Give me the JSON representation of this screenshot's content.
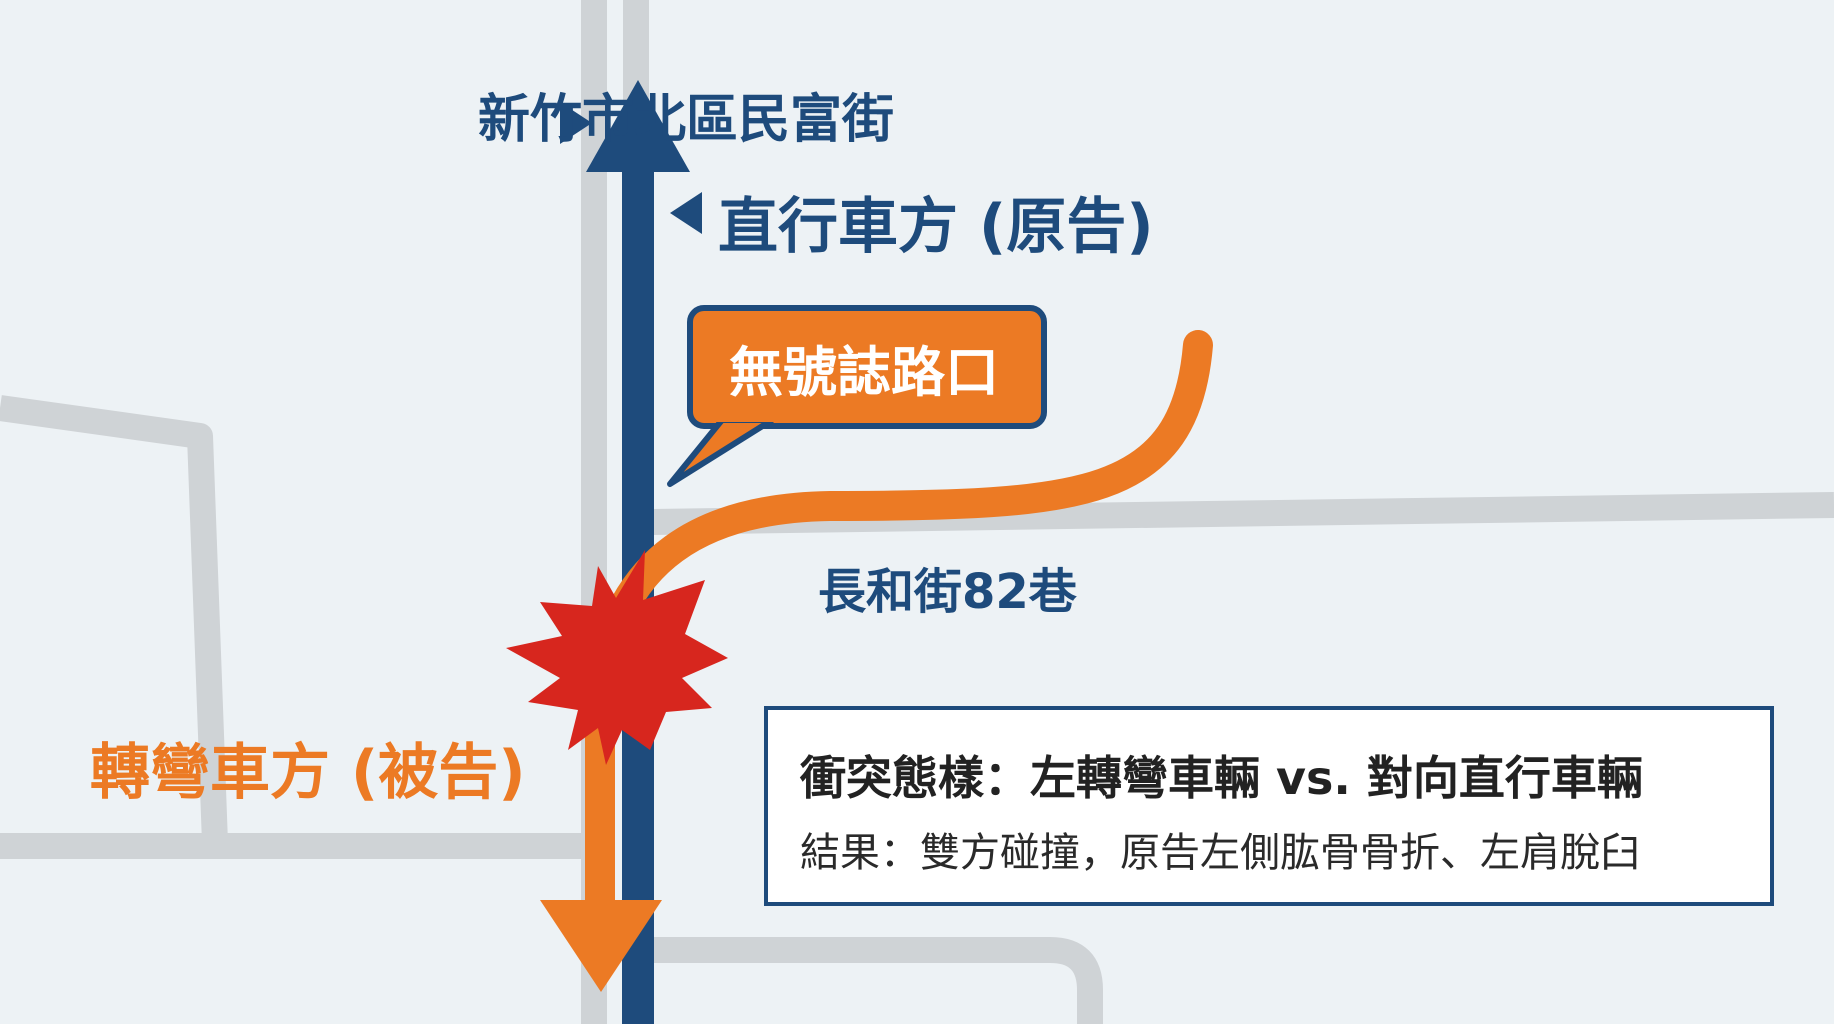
{
  "colors": {
    "background": "#edf2f5",
    "road": "#cfd3d6",
    "through_vehicle": "#1e4b7c",
    "turning_vehicle": "#ec7a24",
    "collision": "#d7261e"
  },
  "street_vertical": "新竹市北區民富街",
  "street_horizontal": "長和街82巷",
  "through_vehicle_label": "直行車方 (原告)",
  "turning_vehicle_label": "轉彎車方 (被告)",
  "intersection_callout": "無號誌路口",
  "info": {
    "title": "衝突態樣：左轉彎車輛 vs. 對向直行車輛",
    "result": "結果：雙方碰撞，原告左側肱骨骨折、左肩脫臼"
  },
  "icons": {
    "collision": "collision-burst-icon",
    "pointer": "triangle-pointer-icon"
  }
}
